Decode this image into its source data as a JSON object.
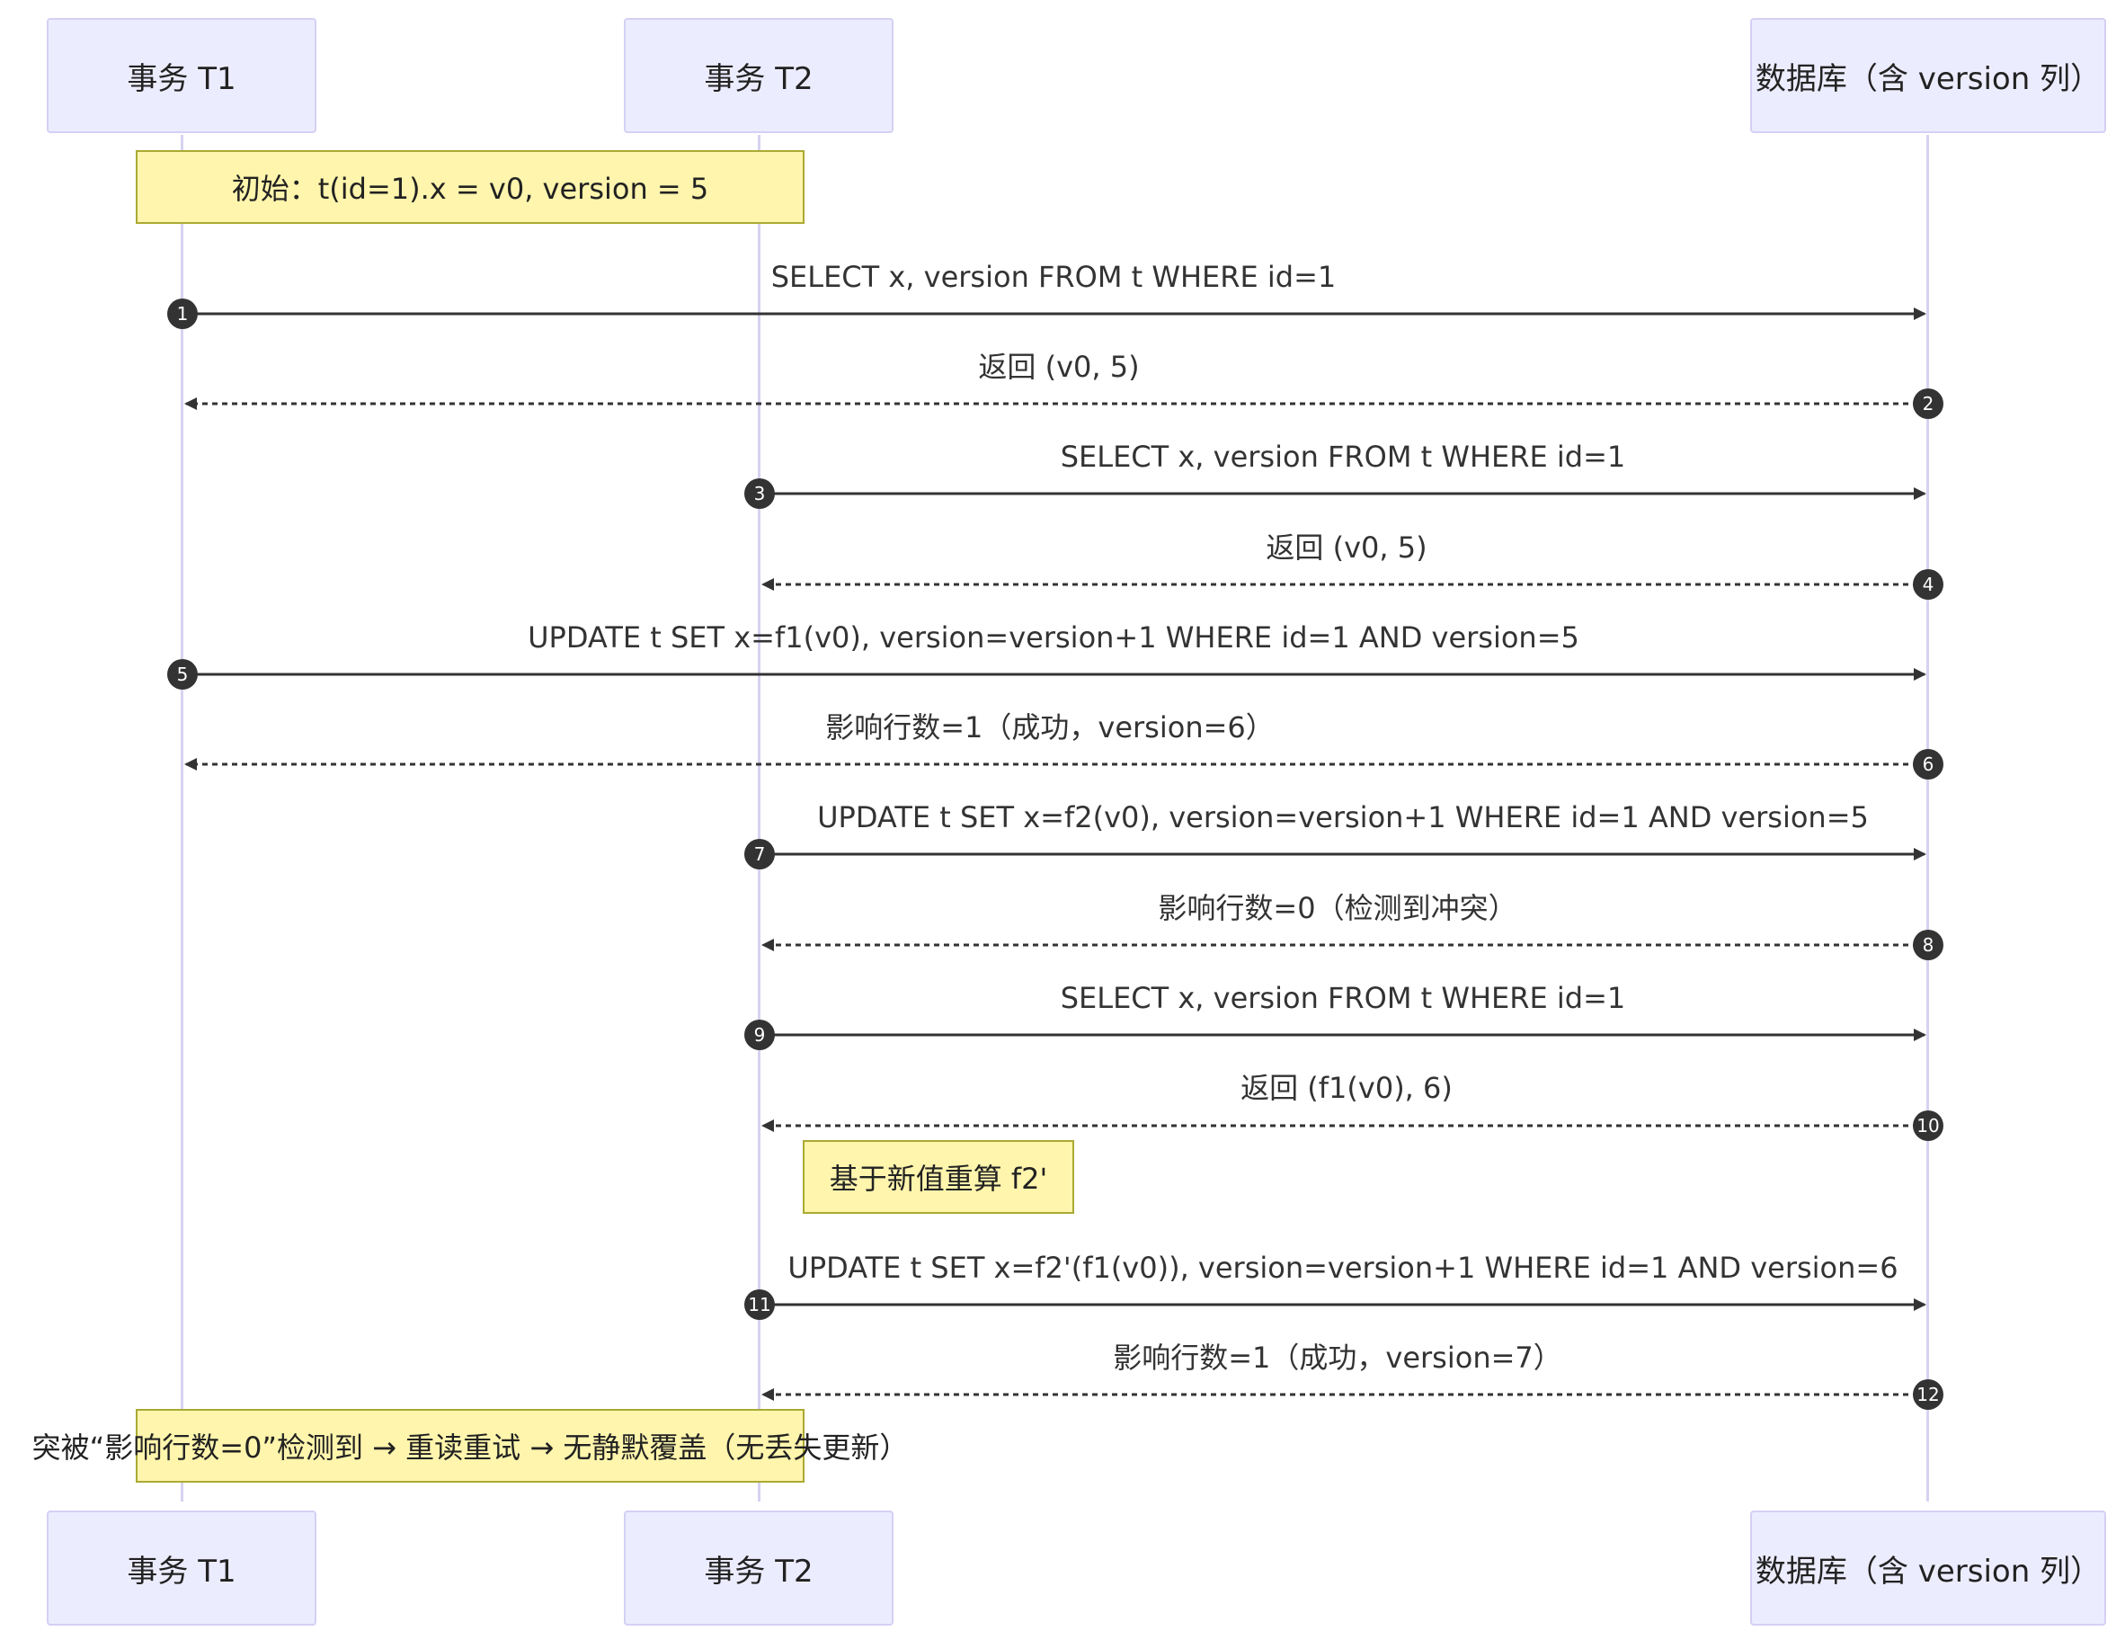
{
  "participants": [
    {
      "id": "t1",
      "label": "事务 T1"
    },
    {
      "id": "t2",
      "label": "事务 T2"
    },
    {
      "id": "db",
      "label": "数据库（含 version 列）"
    }
  ],
  "notes": {
    "initial": "初始：t(id=1).x = v0, version = 5",
    "recompute": "基于新值重算 f2'",
    "summary": "突被“影响行数=0”检测到 → 重读重试 → 无静默覆盖（无丢失更新）"
  },
  "messages": [
    {
      "num": "1",
      "from": "t1",
      "to": "db",
      "style": "solid",
      "label": "SELECT x, version FROM t WHERE id=1"
    },
    {
      "num": "2",
      "from": "db",
      "to": "t1",
      "style": "dashed",
      "label": "返回 (v0, 5)"
    },
    {
      "num": "3",
      "from": "t2",
      "to": "db",
      "style": "solid",
      "label": "SELECT x, version FROM t WHERE id=1"
    },
    {
      "num": "4",
      "from": "db",
      "to": "t2",
      "style": "dashed",
      "label": "返回 (v0, 5)"
    },
    {
      "num": "5",
      "from": "t1",
      "to": "db",
      "style": "solid",
      "label": "UPDATE t SET x=f1(v0), version=version+1 WHERE id=1 AND version=5"
    },
    {
      "num": "6",
      "from": "db",
      "to": "t1",
      "style": "dashed",
      "label": "影响行数=1（成功，version=6）"
    },
    {
      "num": "7",
      "from": "t2",
      "to": "db",
      "style": "solid",
      "label": "UPDATE t SET x=f2(v0), version=version+1 WHERE id=1 AND version=5"
    },
    {
      "num": "8",
      "from": "db",
      "to": "t2",
      "style": "dashed",
      "label": "影响行数=0（检测到冲突）"
    },
    {
      "num": "9",
      "from": "t2",
      "to": "db",
      "style": "solid",
      "label": "SELECT x, version FROM t WHERE id=1"
    },
    {
      "num": "10",
      "from": "db",
      "to": "t2",
      "style": "dashed",
      "label": "返回 (f1(v0), 6)"
    },
    {
      "num": "11",
      "from": "t2",
      "to": "db",
      "style": "solid",
      "label": "UPDATE t SET x=f2'(f1(v0)), version=version+1 WHERE id=1 AND version=6"
    },
    {
      "num": "12",
      "from": "db",
      "to": "t2",
      "style": "dashed",
      "label": "影响行数=1（成功，version=7）"
    }
  ],
  "colors": {
    "actor_fill": "#ECECFF",
    "actor_border": "#D4D0F4",
    "note_fill": "#FFF5AD",
    "note_border": "#AAAA33",
    "arrow": "#333333",
    "badge": "#333333"
  }
}
